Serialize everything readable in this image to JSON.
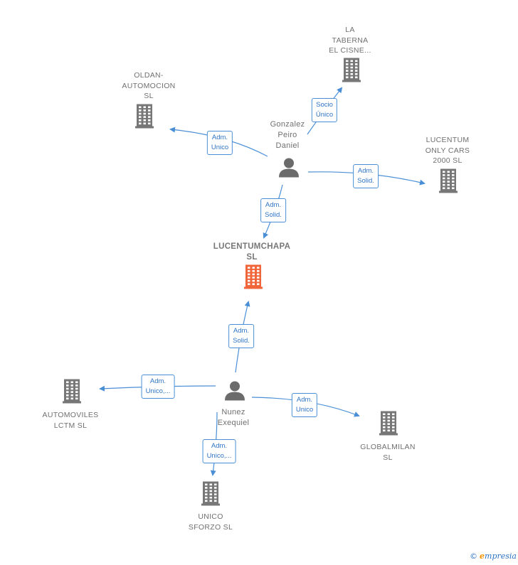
{
  "colors": {
    "edge": "#4a8fd6",
    "company": "#777777",
    "focus_company": "#f0663a",
    "person": "#6b6b6b"
  },
  "nodes": [
    {
      "id": "taberna",
      "type": "company",
      "label": "LA\nTABERNA\nEL CISNE..."
    },
    {
      "id": "oldan",
      "type": "company",
      "label": "OLDAN-\nAUTOMOCION\nSL"
    },
    {
      "id": "gonzalez",
      "type": "person",
      "label": "Gonzalez\nPeiro\nDaniel"
    },
    {
      "id": "lucentum_only",
      "type": "company",
      "label": "LUCENTUM\nONLY CARS\n2000  SL"
    },
    {
      "id": "lucentumchapa",
      "type": "focus",
      "label": "LUCENTUMCHAPA\nSL"
    },
    {
      "id": "automoviles",
      "type": "company",
      "label": "AUTOMOVILES\nLCTM  SL"
    },
    {
      "id": "nunez",
      "type": "person",
      "label": "Nunez\nExequiel"
    },
    {
      "id": "globalmilan",
      "type": "company",
      "label": "GLOBALMILAN\nSL"
    },
    {
      "id": "unico",
      "type": "company",
      "label": "UNICO\nSFORZO  SL"
    }
  ],
  "edges": [
    {
      "from": "gonzalez",
      "to": "taberna",
      "label": "Socio\nÚnico"
    },
    {
      "from": "gonzalez",
      "to": "oldan",
      "label": "Adm.\nUnico"
    },
    {
      "from": "gonzalez",
      "to": "lucentum_only",
      "label": "Adm.\nSolid."
    },
    {
      "from": "gonzalez",
      "to": "lucentumchapa",
      "label": "Adm.\nSolid."
    },
    {
      "from": "nunez",
      "to": "lucentumchapa",
      "label": "Adm.\nSolid."
    },
    {
      "from": "nunez",
      "to": "automoviles",
      "label": "Adm.\nUnico,..."
    },
    {
      "from": "nunez",
      "to": "globalmilan",
      "label": "Adm.\nUnico"
    },
    {
      "from": "nunez",
      "to": "unico",
      "label": "Adm.\nUnico,..."
    }
  ],
  "footer": {
    "copyright": "©",
    "brand_initial": "e",
    "brand_rest": "mpresia"
  }
}
